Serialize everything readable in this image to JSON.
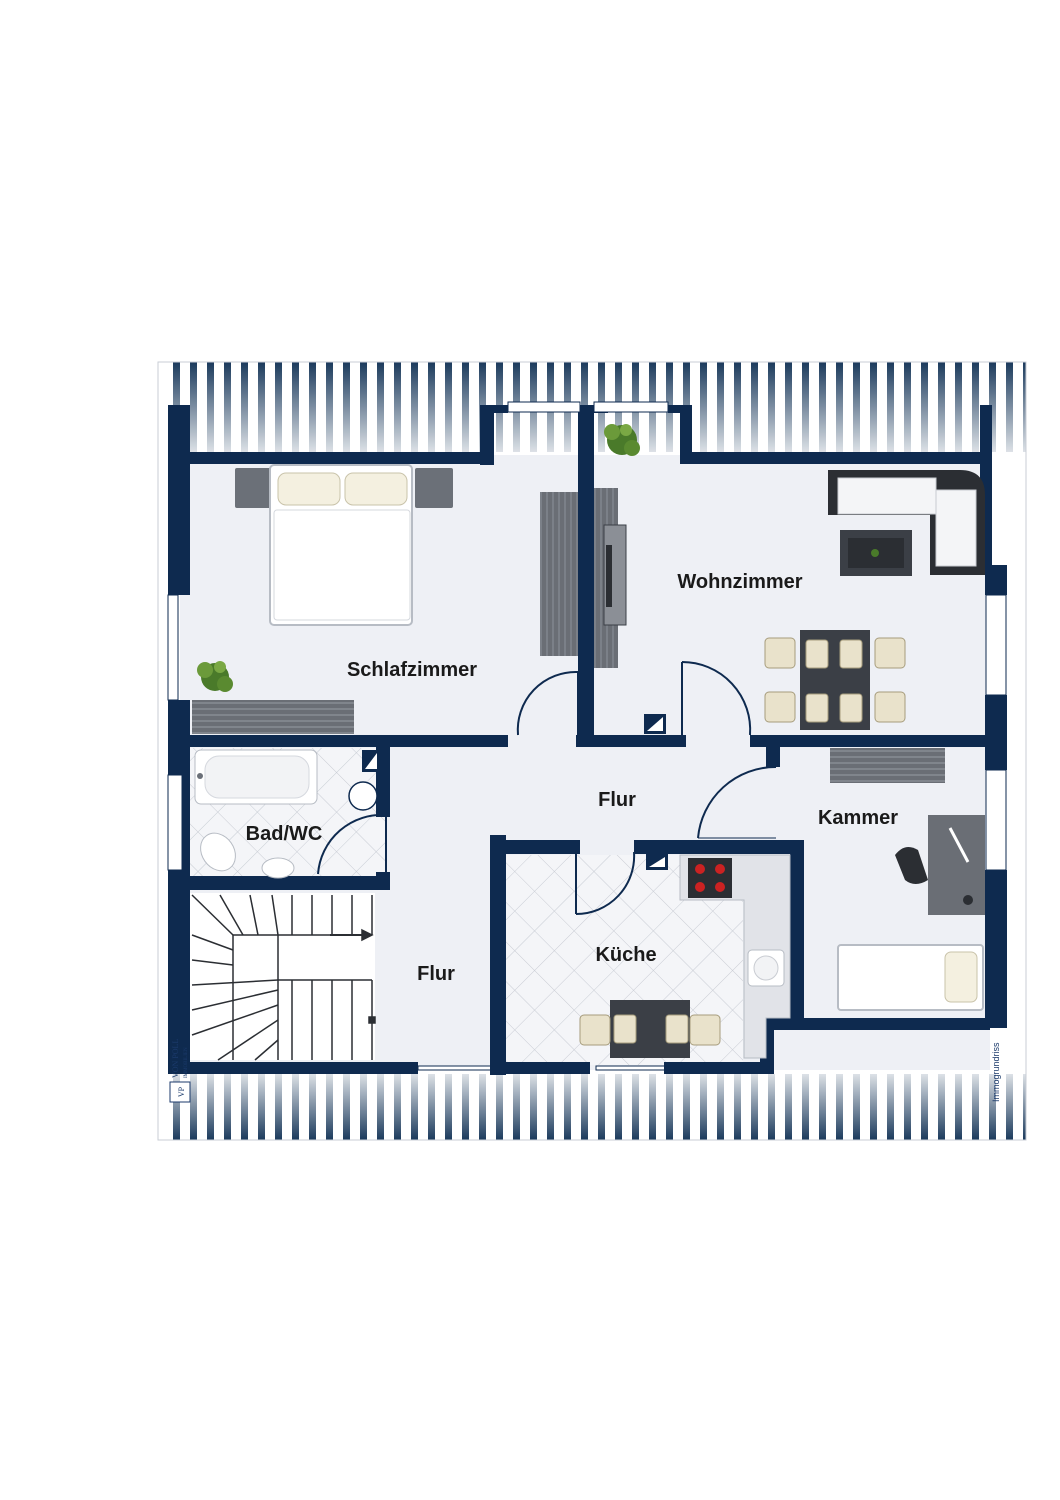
{
  "colors": {
    "wall": "#0e2a4f",
    "floor": "#eef0f5",
    "tile": "#dfe3ea",
    "roof_slat": "#1b3a5c",
    "furniture_dark": "#5b6068",
    "furniture_light": "#ffffff",
    "plant": "#4a7a2a"
  },
  "rooms": {
    "schlafzimmer": "Schlafzimmer",
    "wohnzimmer": "Wohnzimmer",
    "flur_upper": "Flur",
    "kammer": "Kammer",
    "bad": "Bad/WC",
    "kueche": "Küche",
    "flur_lower": "Flur"
  },
  "branding": {
    "logo_initials": "VP",
    "company": "VON POLL",
    "company_sub": "IMMOBILIEN",
    "credit": "Immogrundriss"
  },
  "icons": [
    "plant-icon",
    "double-bed-icon",
    "single-bed-icon",
    "sofa-icon",
    "dining-table-icon",
    "stove-icon",
    "sink-icon",
    "bathtub-icon",
    "toilet-icon",
    "staircase-icon",
    "desk-icon",
    "chair-icon",
    "door-swing-icon",
    "chimney-icon"
  ]
}
